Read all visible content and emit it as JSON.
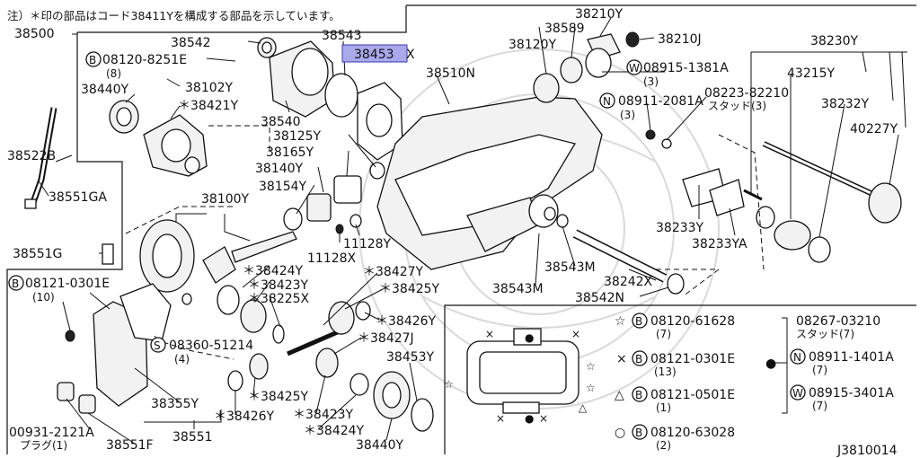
{
  "note": "注）＊印の部品はコード38411Yを構成する部品を示しています。",
  "diagram_code": "J3810014",
  "highlighted_part": "38453X",
  "labels": {
    "p38500": "38500",
    "p38542": "38542",
    "p38543": "38543",
    "p38453": "38453",
    "p38453x_tail": "X",
    "p38510n": "38510N",
    "b08120_8251e": "08120-8251E",
    "q8": "(8)",
    "p38102y": "38102Y",
    "p38440y_top": "38440Y",
    "p38421y": "＊38421Y",
    "p38540": "38540",
    "p38125y": "38125Y",
    "p38165y": "38165Y",
    "p38140y": "38140Y",
    "p38154y": "38154Y",
    "p38522b": "38522B",
    "p38551ga": "38551GA",
    "p38100y": "38100Y",
    "p38551g": "38551G",
    "p11128y": "11128Y",
    "p11128x": "11128X",
    "p38424y_a": "＊38424Y",
    "p38423y_a": "＊38423Y",
    "p38225x": "＊38225X",
    "p38427y": "＊38427Y",
    "p38425y_a": "＊38425Y",
    "p38426y_a": "＊38426Y",
    "p38427j": "＊38427J",
    "b08121_0301e": "08121-0301E",
    "q10": "(10)",
    "s08360_51214": "08360-51214",
    "q4": "(4)",
    "p38425y_b": "＊38425Y",
    "p38426y_b": "＊38426Y",
    "p38423y_b": "＊38423Y",
    "p38424y_b": "＊38424Y",
    "p38355y": "38355Y",
    "p38551": "38551",
    "p00931": "00931-2121A",
    "plug": "プラグ(1)",
    "p38551f": "38551F",
    "p38453y": "38453Y",
    "p38440y_bot": "38440Y",
    "p38210y": "38210Y",
    "p38589": "38589",
    "p38120y": "38120Y",
    "p38210j": "38210J",
    "w08915_1381a": "08915-1381A",
    "q3a": "(3)",
    "n08911_2081a": "08911-2081A",
    "q3b": "(3)",
    "p08223": "08223-82210",
    "stud3": "スタッド(3)",
    "p38230y": "38230Y",
    "p43215y": "43215Y",
    "p38232y": "38232Y",
    "p40227y": "40227Y",
    "p38233y": "38233Y",
    "p38233ya": "38233YA",
    "p38543m_a": "38543M",
    "p38543m_b": "38543M",
    "p38242x": "38242X",
    "p38542n": "38542N"
  },
  "legend": {
    "star_part": "08120-61628",
    "star_qty": "(7)",
    "cross_part": "08121-0301E",
    "cross_qty": "(13)",
    "tri_part": "08121-0501E",
    "tri_qty": "(1)",
    "circ_part": "08120-63028",
    "circ_qty": "(2)",
    "dot_stud_part": "08267-03210",
    "dot_stud_note": "スタッド(7)",
    "dot_n_part": "08911-1401A",
    "dot_n_qty": "(7)",
    "dot_w_part": "08915-3401A",
    "dot_w_qty": "(7)"
  },
  "symbols": {
    "B": "B",
    "S": "S",
    "W": "W",
    "N": "N",
    "star": "☆",
    "cross": "×",
    "tri": "△",
    "circle": "○",
    "dot": "●"
  },
  "colors": {
    "highlight_fill": "#a9a9ec",
    "highlight_stroke": "#3a3ab0"
  }
}
